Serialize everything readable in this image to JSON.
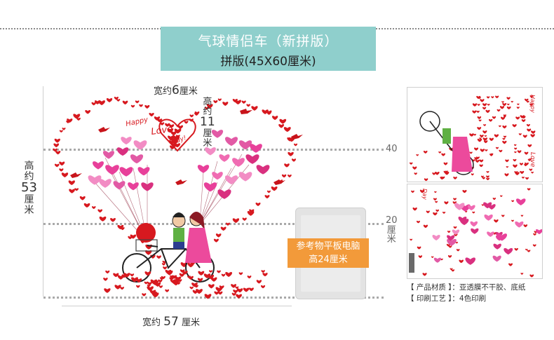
{
  "header": {
    "title": "气球情侣车（新拼版）",
    "subtitle": "拼版(45X60厘米)"
  },
  "dimensions": {
    "width_top": {
      "prefix": "宽约",
      "value": "6",
      "unit": "厘米"
    },
    "height_top": [
      "高",
      "约",
      "11",
      "厘",
      "米"
    ],
    "height_left": [
      "高",
      "约",
      "53",
      "厘",
      "米"
    ],
    "width_bottom": {
      "prefix": "宽约",
      "value": "57",
      "unit": "厘米"
    },
    "scale_40": "40",
    "scale_20": [
      "20",
      "厘",
      "米"
    ]
  },
  "artwork": {
    "happy": "Happy",
    "love": "Love",
    "day": "Day!"
  },
  "reference": {
    "line1": "参考物平板电脑",
    "line2": "高24厘米"
  },
  "thumbs": {
    "top_happy": "Happy",
    "top_love": "Love",
    "bottom_day": "Day"
  },
  "info": {
    "material": "【 产品材质 】：亚透膜不干胶、底纸",
    "process": "【 印刷工艺 】：4色印刷"
  },
  "colors": {
    "title_bg": "#8fcfcc",
    "heart_red": "#d7191f",
    "balloon_pink": "#e8409a",
    "label_orange": "#f29a3a"
  }
}
